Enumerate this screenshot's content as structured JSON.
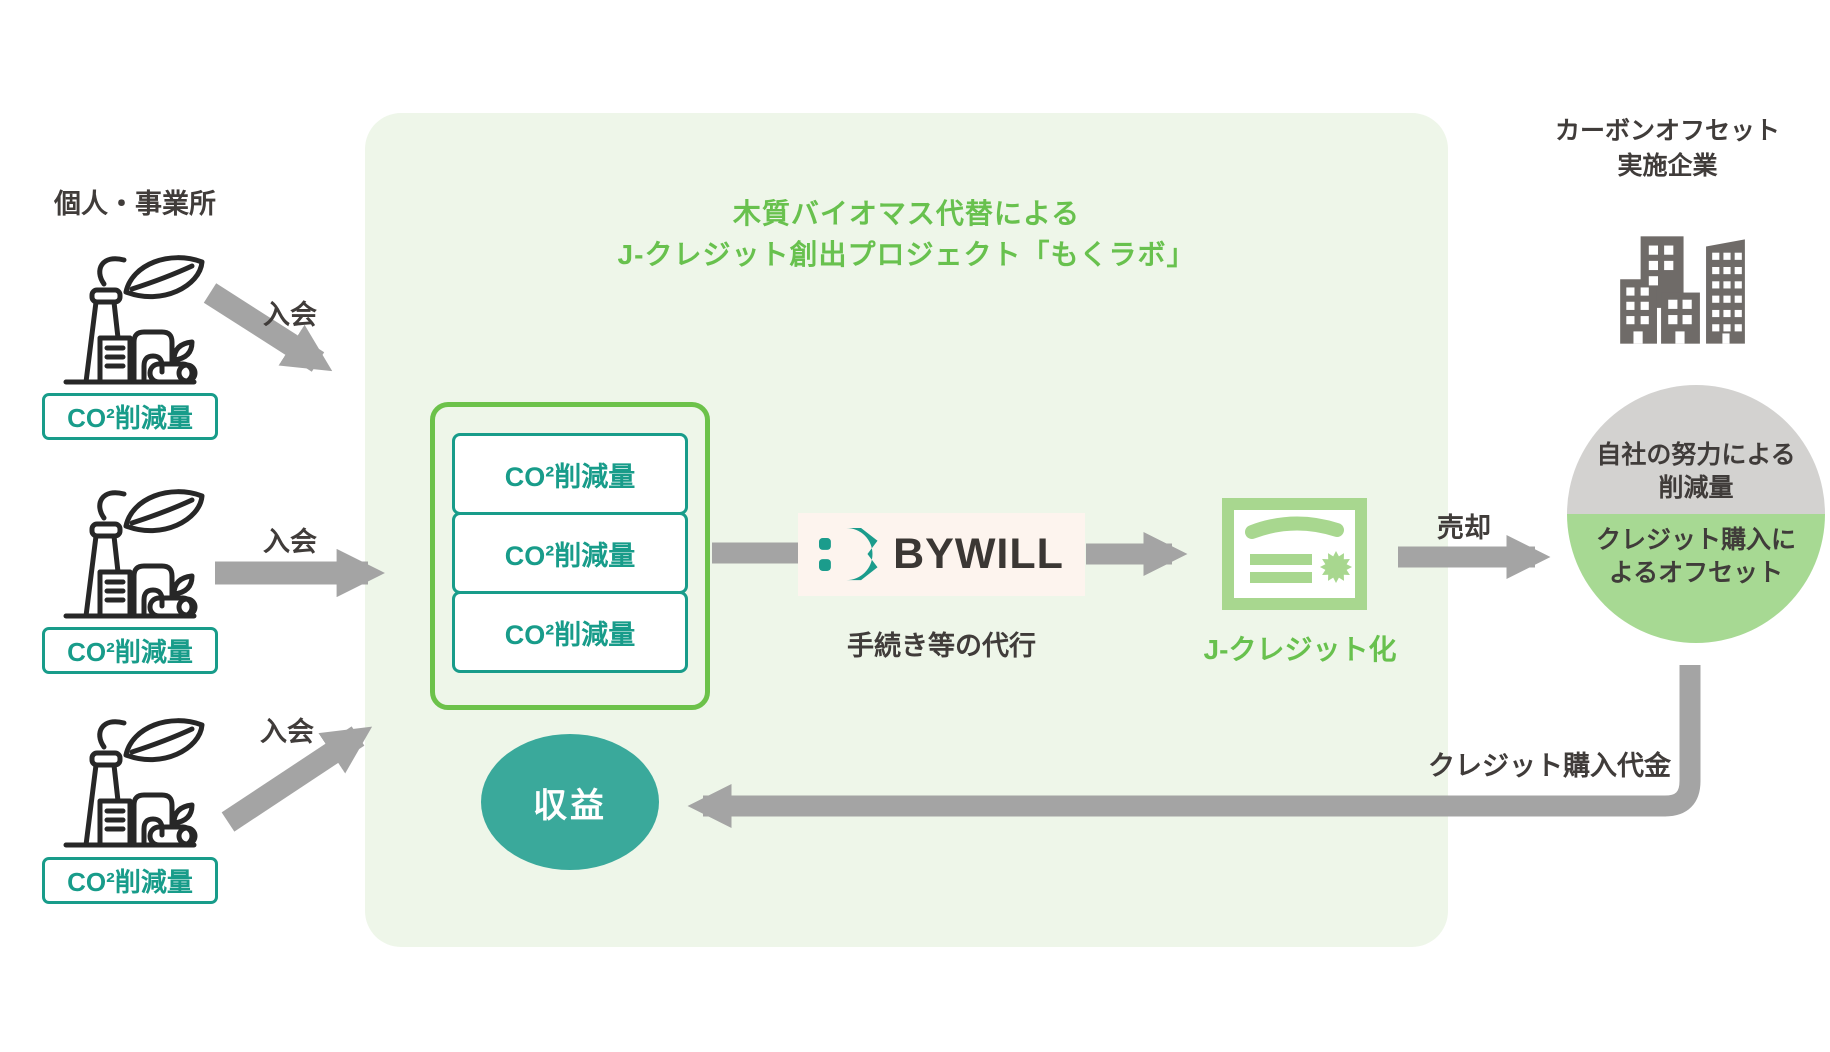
{
  "title": {
    "line1": "木質バイオマス代替による",
    "line2": "J-クレジット創出プロジェクト「もくラボ」"
  },
  "members": {
    "heading": "個人・事業所",
    "rows": [
      {
        "join_label": "入会",
        "co2_label": "CO²削減量"
      },
      {
        "join_label": "入会",
        "co2_label": "CO²削減量"
      },
      {
        "join_label": "入会",
        "co2_label": "CO²削減量"
      }
    ]
  },
  "aggregation_box": {
    "items": [
      "CO²削減量",
      "CO²削減量",
      "CO²削減量"
    ]
  },
  "bywill": {
    "wordmark": "BYWILL",
    "caption": "手続き等の代行"
  },
  "jcredit": {
    "label": "J-クレジット化"
  },
  "sale": {
    "label": "売却"
  },
  "offset_company": {
    "heading_line1": "カーボンオフセット",
    "heading_line2": "実施企業",
    "circle_top_line1": "自社の努力による",
    "circle_top_line2": "削減量",
    "circle_bottom_line1": "クレジット購入に",
    "circle_bottom_line2": "よるオフセット"
  },
  "payment": {
    "label": "クレジット購入代金"
  },
  "revenue": {
    "label": "収益"
  },
  "icons": {
    "factory": "factory-with-leaf-icon",
    "buildings": "office-buildings-icon",
    "certificate": "certificate-icon",
    "bywill_mark": "bywill-logo-mark-icon"
  },
  "colors": {
    "panel_bg": "#eef6e9",
    "accent_green": "#68c14e",
    "box_border_green": "#6cc24a",
    "teal": "#189c8a",
    "revenue_teal": "#3aa99b",
    "light_green": "#a7d993",
    "arrow_gray": "#a4a4a4",
    "circle_gray": "#d3d2d0",
    "text_dark": "#403c3a",
    "bywill_bg": "#fdf4ee"
  }
}
